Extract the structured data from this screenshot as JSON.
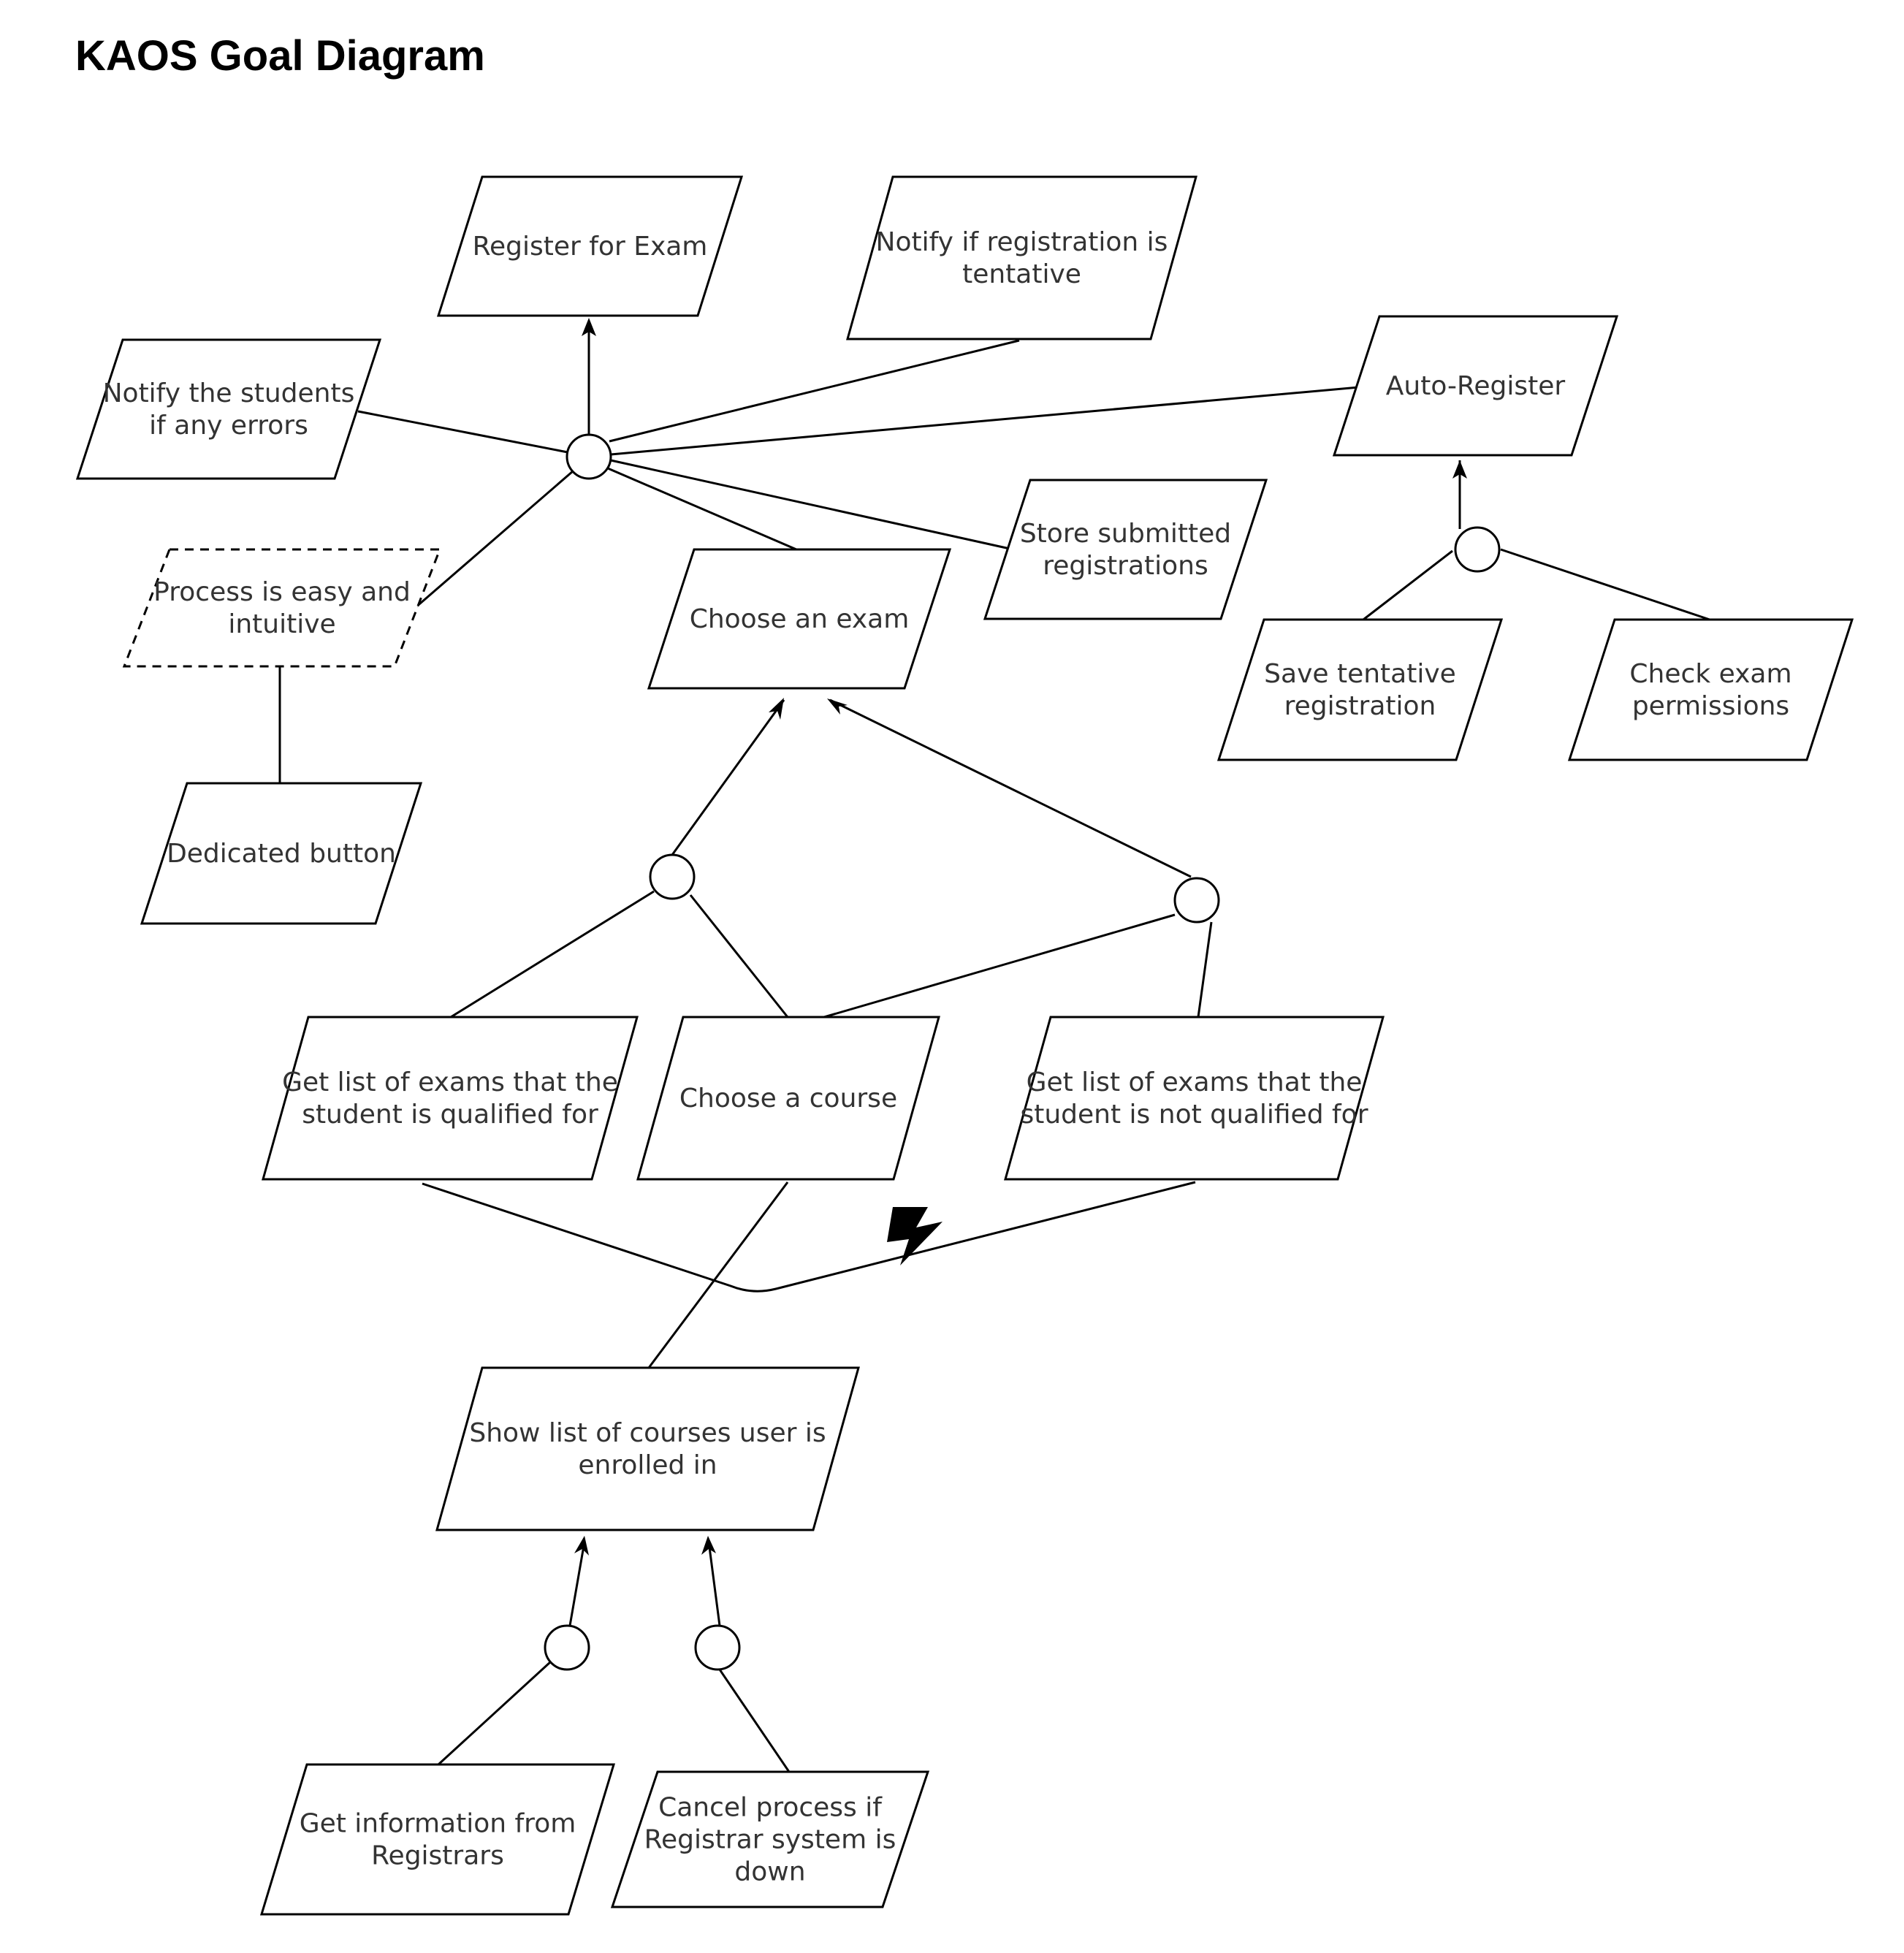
{
  "title": "KAOS Goal Diagram",
  "goals": [
    {
      "id": "g-register-exam",
      "lines": [
        "Register for Exam"
      ]
    },
    {
      "id": "g-notify-tentative",
      "lines": [
        "Notify if registration is",
        "tentative"
      ]
    },
    {
      "id": "g-notify-errors",
      "lines": [
        "Notify the students",
        "if any errors"
      ]
    },
    {
      "id": "g-auto-register",
      "lines": [
        "Auto-Register"
      ]
    },
    {
      "id": "g-process-easy",
      "lines": [
        "Process is easy and",
        "intuitive"
      ],
      "soft": true
    },
    {
      "id": "g-choose-exam",
      "lines": [
        "Choose an exam"
      ]
    },
    {
      "id": "g-store-registrations",
      "lines": [
        "Store submitted",
        "registrations"
      ]
    },
    {
      "id": "g-save-tentative",
      "lines": [
        "Save tentative",
        "registration"
      ]
    },
    {
      "id": "g-check-permissions",
      "lines": [
        "Check exam",
        "permissions"
      ]
    },
    {
      "id": "g-dedicated-button",
      "lines": [
        "Dedicated button"
      ]
    },
    {
      "id": "g-list-qualified",
      "lines": [
        "Get list of exams that the",
        "student is qualified for"
      ]
    },
    {
      "id": "g-choose-course",
      "lines": [
        "Choose a course"
      ]
    },
    {
      "id": "g-list-not-qualified",
      "lines": [
        "Get list of exams that the",
        "student is not qualified for"
      ]
    },
    {
      "id": "g-show-courses",
      "lines": [
        "Show list of courses user is",
        "enrolled in"
      ]
    },
    {
      "id": "g-get-info-registrars",
      "lines": [
        "Get information from",
        "Registrars"
      ]
    },
    {
      "id": "g-cancel-process",
      "lines": [
        "Cancel process if",
        "Registrar system is",
        "down"
      ]
    }
  ],
  "colors": {
    "stroke": "#000000",
    "text": "#333333",
    "background": "#ffffff"
  },
  "conflict_icon": "lightning-bolt-icon"
}
